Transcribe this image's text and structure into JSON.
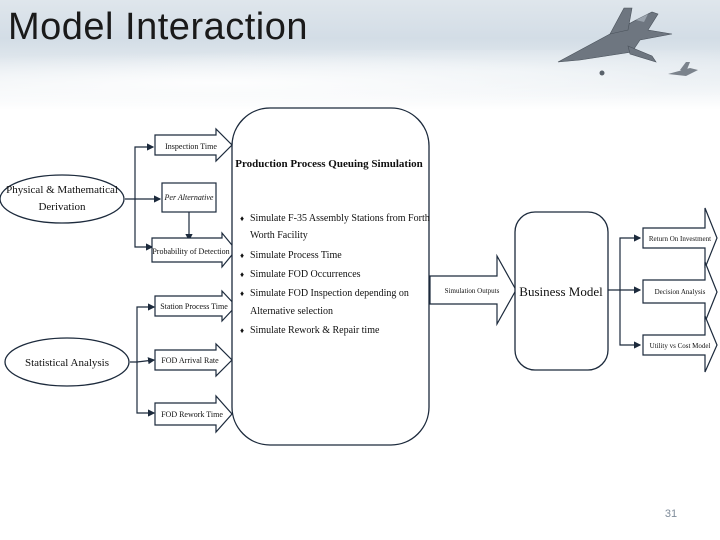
{
  "slide": {
    "title": "Model Interaction",
    "page_number": "31"
  },
  "sources": {
    "physical": [
      "Physical & Mathematical",
      "Derivation"
    ],
    "statistical": "Statistical Analysis"
  },
  "inputs": {
    "inspection_time": "Inspection Time",
    "per_alternative": "Per Alternative",
    "probability_detection": "Probability of Detection",
    "station_process_time": "Station Process Time",
    "fod_arrival_rate": "FOD Arrival Rate",
    "fod_rework_time": "FOD Rework Time"
  },
  "simulation": {
    "title": "Production Process Queuing Simulation",
    "bullets": [
      [
        "Simulate F-35 Assembly Stations from Forth",
        "Worth Facility"
      ],
      [
        "Simulate Process Time"
      ],
      [
        "Simulate FOD Occurrences"
      ],
      [
        "Simulate FOD Inspection depending on",
        "Alternative selection"
      ],
      [
        "Simulate Rework & Repair time"
      ]
    ],
    "bullet_glyph": "♦"
  },
  "link_label": "Simulation Outputs",
  "business_model": "Business Model",
  "outputs": {
    "return_on_investment": "Return On Investment",
    "decision_analysis": "Decision Analysis",
    "utility_vs_cost": "Utility vs Cost Model"
  },
  "colors": {
    "line": "#1c2a3c",
    "text": "#111111"
  }
}
